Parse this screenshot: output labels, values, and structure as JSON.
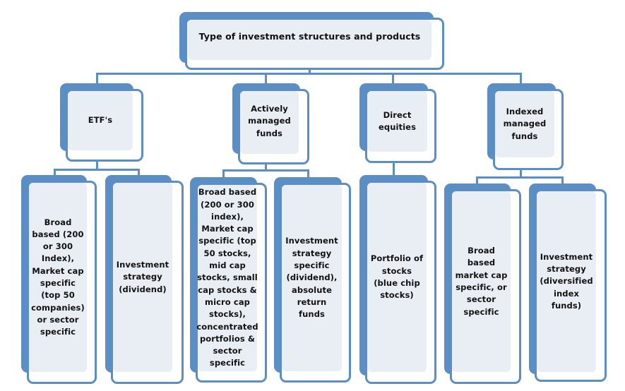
{
  "diagram": {
    "type": "hierarchy",
    "accent_color": "#5b8ec4",
    "box_fill_color": "#e9eef5",
    "root": {
      "label": "Type of investment structures and products"
    },
    "categories": [
      {
        "label": "ETF's",
        "children": [
          {
            "label": "Broad based (200 or 300 Index), Market cap specific (top 50 companies) or sector specific"
          },
          {
            "label": "Investment strategy (dividend)"
          }
        ]
      },
      {
        "label": "Actively managed funds",
        "children": [
          {
            "label": "Broad based (200 or 300 index), Market cap specific (top 50 stocks, mid cap stocks, small cap stocks & micro cap stocks), concentrated portfolios & sector specific"
          },
          {
            "label": "Investment strategy specific (dividend), absolute return funds"
          }
        ]
      },
      {
        "label": "Direct equities",
        "children": [
          {
            "label": "Portfolio of stocks (blue chip stocks)"
          }
        ]
      },
      {
        "label": "Indexed managed funds",
        "children": [
          {
            "label": "Broad based market cap specific, or sector specific"
          },
          {
            "label": "Investment strategy (diversified index funds)"
          }
        ]
      }
    ]
  }
}
